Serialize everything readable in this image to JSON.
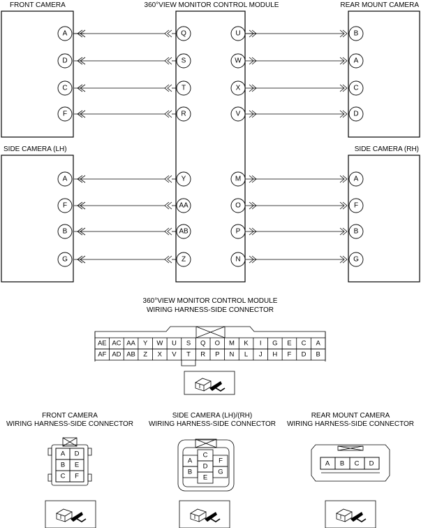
{
  "labels": {
    "front_camera": "FRONT CAMERA",
    "module": "360°VIEW MONITOR CONTROL MODULE",
    "rear_camera": "REAR MOUNT CAMERA",
    "side_lh": "SIDE CAMERA (LH)",
    "side_rh": "SIDE CAMERA (RH)",
    "module_conn_line1": "360°VIEW MONITOR CONTROL MODULE",
    "module_conn_line2": "WIRING HARNESS-SIDE CONNECTOR",
    "front_conn_line1": "FRONT CAMERA",
    "front_conn_line2": "WIRING HARNESS-SIDE CONNECTOR",
    "side_conn_line1": "SIDE CAMERA (LH)/(RH)",
    "side_conn_line2": "WIRING HARNESS-SIDE CONNECTOR",
    "rear_conn_line1": "REAR MOUNT CAMERA",
    "rear_conn_line2": "WIRING HARNESS-SIDE CONNECTOR"
  },
  "front_camera_pins": [
    "A",
    "D",
    "C",
    "F"
  ],
  "module_left_top_pins": [
    "Q",
    "S",
    "T",
    "R"
  ],
  "module_right_top_pins": [
    "U",
    "W",
    "X",
    "V"
  ],
  "rear_camera_pins": [
    "B",
    "A",
    "C",
    "D"
  ],
  "side_lh_pins": [
    "A",
    "F",
    "B",
    "G"
  ],
  "module_left_bottom_pins": [
    "Y",
    "AA",
    "AB",
    "Z"
  ],
  "module_right_bottom_pins": [
    "M",
    "O",
    "P",
    "N"
  ],
  "side_rh_pins": [
    "A",
    "F",
    "B",
    "G"
  ],
  "module_connector": {
    "top_row": [
      "AE",
      "AC",
      "AA",
      "Y",
      "W",
      "U",
      "S",
      "Q",
      "O",
      "M",
      "K",
      "I",
      "G",
      "E",
      "C",
      "A"
    ],
    "bottom_row": [
      "AF",
      "AD",
      "AB",
      "Z",
      "X",
      "V",
      "T",
      "R",
      "P",
      "N",
      "L",
      "J",
      "H",
      "F",
      "D",
      "B"
    ]
  },
  "front_connector": [
    "A",
    "D",
    "B",
    "E",
    "C",
    "F"
  ],
  "side_connector": [
    "C",
    "A",
    "D",
    "F",
    "B",
    "G",
    "E"
  ],
  "rear_connector": [
    "A",
    "B",
    "C",
    "D"
  ]
}
